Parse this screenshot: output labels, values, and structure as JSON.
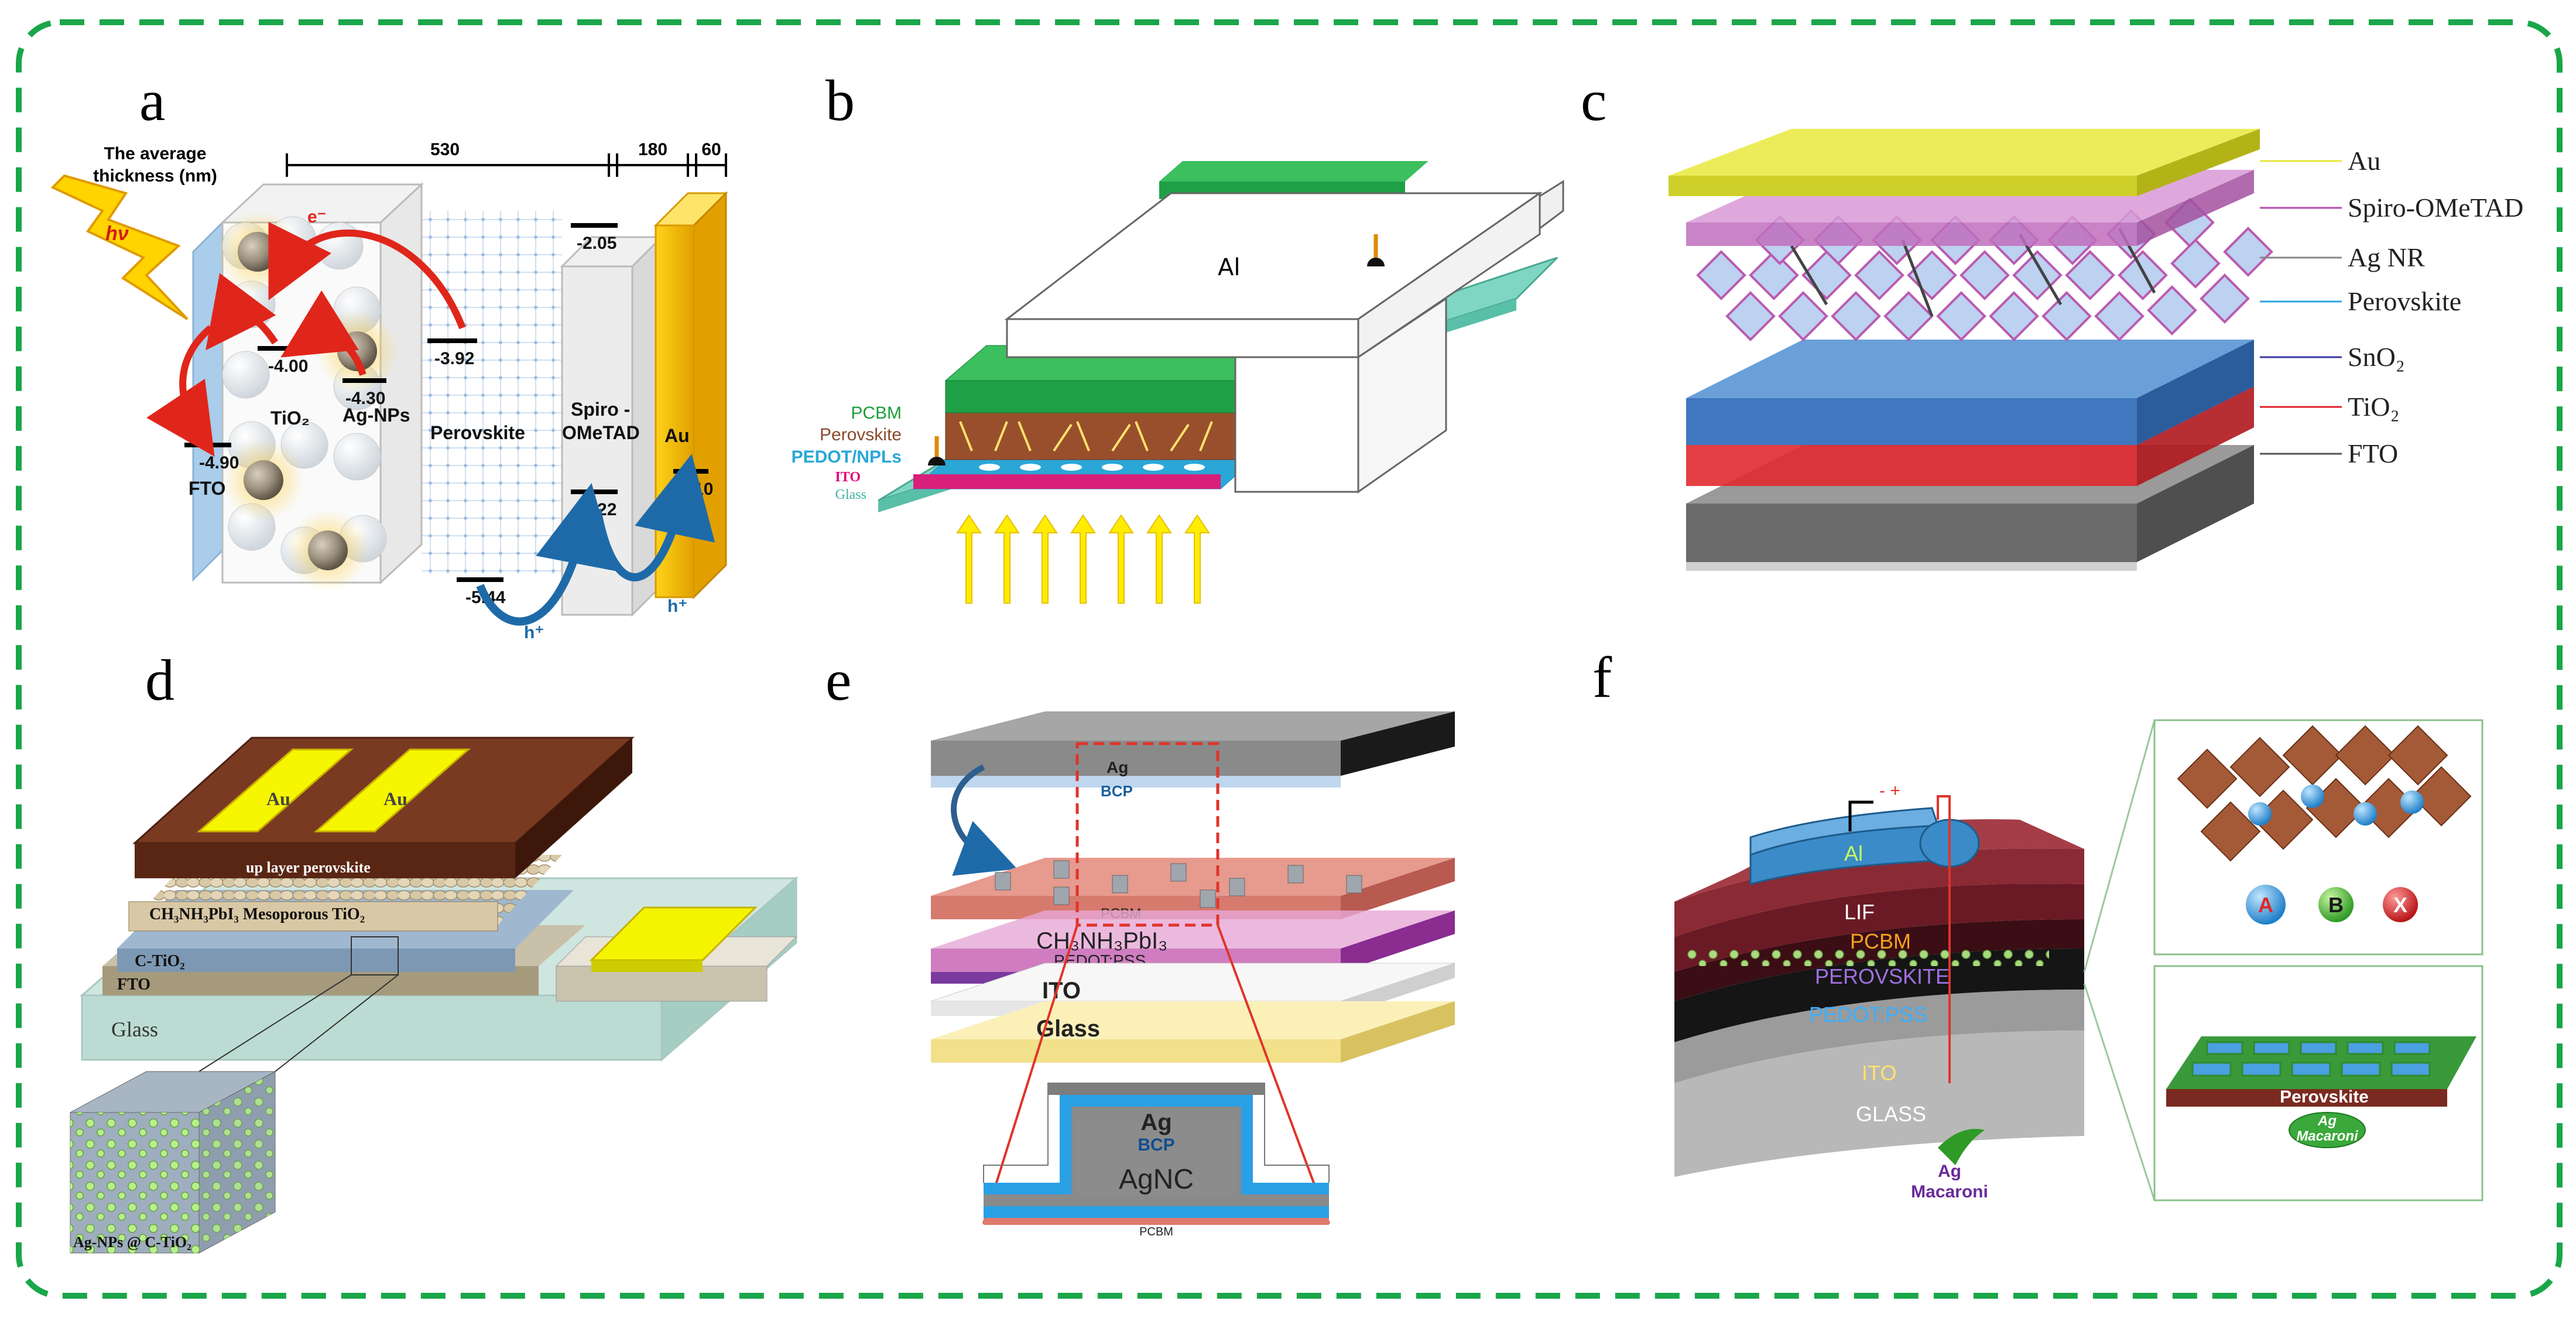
{
  "border_color": "#1aa64a",
  "panels": {
    "a": {
      "label": "a",
      "thickness_title_1": "The average",
      "thickness_title_2": "thickness (nm)",
      "thickness_values": [
        "530",
        "180",
        "60"
      ],
      "hv": "hν",
      "electron": "e⁻",
      "hole": "h⁺",
      "levels": {
        "fto_lumo": "-4.90",
        "tio2": "-4.00",
        "agnp": "-4.30",
        "pero_top": "-3.92",
        "pero_bot": "-5.44",
        "spiro_top": "-2.05",
        "spiro_bot": "-5.22",
        "au": "-5.10"
      },
      "layer_labels": {
        "fto": "FTO",
        "tio2": "TiO₂",
        "agnp": "Ag-NPs",
        "perovskite": "Perovskite",
        "spiro_1": "Spiro -",
        "spiro_2": "OMeTAD",
        "au": "Au"
      }
    },
    "b": {
      "label": "b",
      "al": "Al",
      "legend": [
        "PCBM",
        "Perovskite",
        "PEDOT/NPLs",
        "ITO",
        "Glass"
      ],
      "legend_colors": [
        "#1b9d3a",
        "#8b4a2b",
        "#2aa7d6",
        "#e0007a",
        "#3fb3a0"
      ]
    },
    "c": {
      "label": "c",
      "layers": [
        "Au",
        "Spiro-OMeTAD",
        "Ag NR",
        "Perovskite",
        "SnO₂",
        "TiO₂",
        "FTO"
      ],
      "line_colors": [
        "#e8e83a",
        "#b24aa8",
        "#888888",
        "#2aa7e0",
        "#3a3aa0",
        "#e0202a",
        "#555555"
      ]
    },
    "d": {
      "label": "d",
      "au": "Au",
      "layers": [
        "up layer perovskite",
        "CH₃NH₃PbI₃ Mesoporous TiO₂",
        "C-TiO₂",
        "FTO",
        "Glass"
      ],
      "inset": "Ag-NPs @ C-TiO₂"
    },
    "e": {
      "label": "e",
      "layers": [
        "Ag",
        "BCP",
        "PCBM",
        "CH₃NH₃PbI₃",
        "PEDOT:PSS",
        "ITO",
        "Glass"
      ],
      "inset_labels": [
        "Ag",
        "BCP",
        "AgNC",
        "PCBM"
      ]
    },
    "f": {
      "label": "f",
      "layers": [
        "Al",
        "LIF",
        "PCBM",
        "PEROVSKITE",
        "PEDOT:PSS",
        "ITO",
        "GLASS"
      ],
      "ag_1": "Ag",
      "ag_2": "Macaroni",
      "ions": [
        "A",
        "B",
        "X"
      ],
      "inset_perovskite": "Perovskite",
      "inset_ag_1": "Ag",
      "inset_ag_2": "Macaroni",
      "polarity": "- +"
    }
  }
}
